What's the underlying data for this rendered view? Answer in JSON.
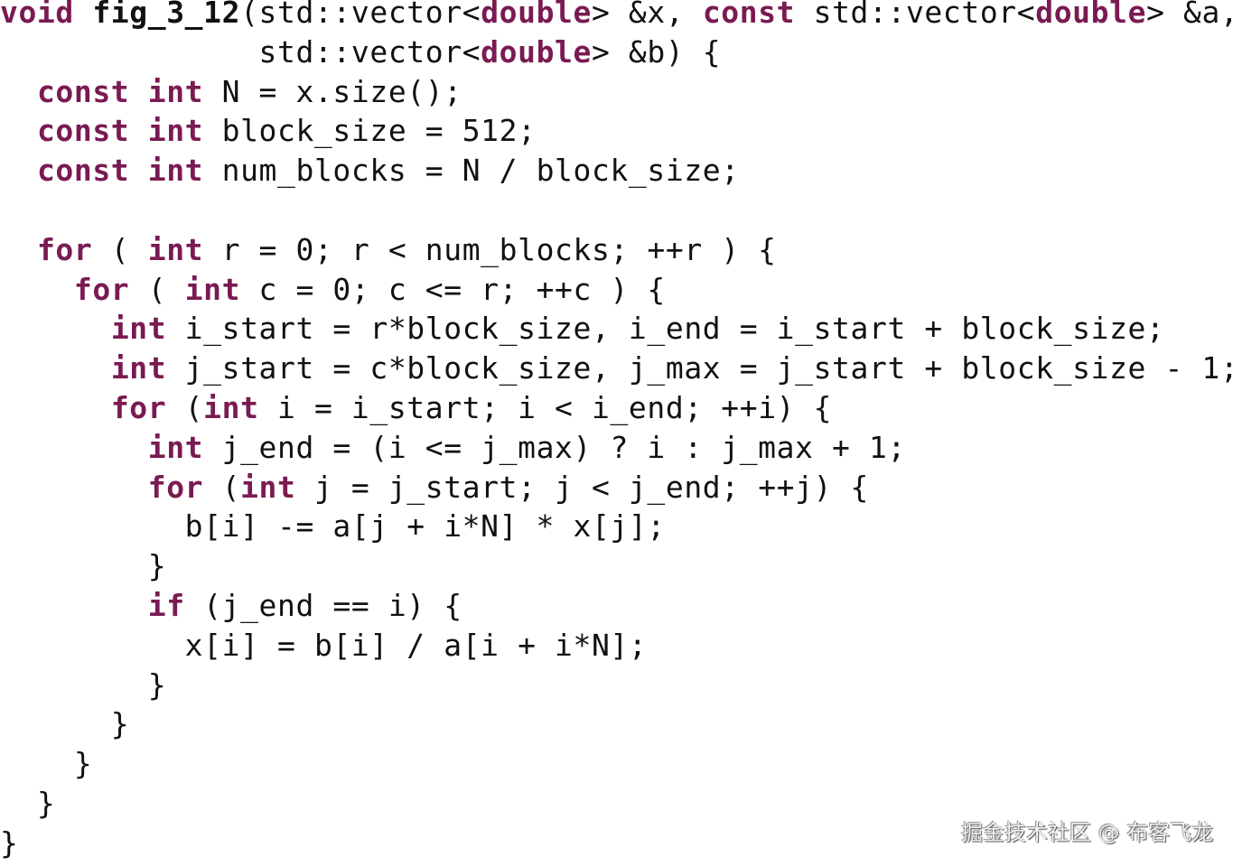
{
  "code": {
    "language": "cpp",
    "lines": [
      [
        [
          "kw",
          "void"
        ],
        [
          "t",
          " "
        ],
        [
          "fn",
          "fig_3_12"
        ],
        [
          "t",
          "(std::vector<"
        ],
        [
          "kw",
          "double"
        ],
        [
          "t",
          "> &x, "
        ],
        [
          "kw",
          "const"
        ],
        [
          "t",
          " std::vector<"
        ],
        [
          "kw",
          "double"
        ],
        [
          "t",
          "> &a,"
        ]
      ],
      [
        [
          "t",
          "              std::vector<"
        ],
        [
          "kw",
          "double"
        ],
        [
          "t",
          "> &b) {"
        ]
      ],
      [
        [
          "t",
          "  "
        ],
        [
          "kw",
          "const"
        ],
        [
          "t",
          " "
        ],
        [
          "kw",
          "int"
        ],
        [
          "t",
          " N = x.size();"
        ]
      ],
      [
        [
          "t",
          "  "
        ],
        [
          "kw",
          "const"
        ],
        [
          "t",
          " "
        ],
        [
          "kw",
          "int"
        ],
        [
          "t",
          " block_size = 512;"
        ]
      ],
      [
        [
          "t",
          "  "
        ],
        [
          "kw",
          "const"
        ],
        [
          "t",
          " "
        ],
        [
          "kw",
          "int"
        ],
        [
          "t",
          " num_blocks = N / block_size;"
        ]
      ],
      [
        [
          "t",
          ""
        ]
      ],
      [
        [
          "t",
          "  "
        ],
        [
          "kw",
          "for"
        ],
        [
          "t",
          " ( "
        ],
        [
          "kw",
          "int"
        ],
        [
          "t",
          " r = 0; r < num_blocks; ++r ) {"
        ]
      ],
      [
        [
          "t",
          "    "
        ],
        [
          "kw",
          "for"
        ],
        [
          "t",
          " ( "
        ],
        [
          "kw",
          "int"
        ],
        [
          "t",
          " c = 0; c <= r; ++c ) {"
        ]
      ],
      [
        [
          "t",
          "      "
        ],
        [
          "kw",
          "int"
        ],
        [
          "t",
          " i_start = r*block_size, i_end = i_start + block_size;"
        ]
      ],
      [
        [
          "t",
          "      "
        ],
        [
          "kw",
          "int"
        ],
        [
          "t",
          " j_start = c*block_size, j_max = j_start + block_size - 1;"
        ]
      ],
      [
        [
          "t",
          "      "
        ],
        [
          "kw",
          "for"
        ],
        [
          "t",
          " ("
        ],
        [
          "kw",
          "int"
        ],
        [
          "t",
          " i = i_start; i < i_end; ++i) {"
        ]
      ],
      [
        [
          "t",
          "        "
        ],
        [
          "kw",
          "int"
        ],
        [
          "t",
          " j_end = (i <= j_max) ? i : j_max + 1;"
        ]
      ],
      [
        [
          "t",
          "        "
        ],
        [
          "kw",
          "for"
        ],
        [
          "t",
          " ("
        ],
        [
          "kw",
          "int"
        ],
        [
          "t",
          " j = j_start; j < j_end; ++j) {"
        ]
      ],
      [
        [
          "t",
          "          b[i] -= a[j + i*N] * x[j];"
        ]
      ],
      [
        [
          "t",
          "        }"
        ]
      ],
      [
        [
          "t",
          "        "
        ],
        [
          "kw",
          "if"
        ],
        [
          "t",
          " (j_end == i) {"
        ]
      ],
      [
        [
          "t",
          "          x[i] = b[i] / a[i + i*N];"
        ]
      ],
      [
        [
          "t",
          "        }"
        ]
      ],
      [
        [
          "t",
          "      }"
        ]
      ],
      [
        [
          "t",
          "    }"
        ]
      ],
      [
        [
          "t",
          "  }"
        ]
      ],
      [
        [
          "t",
          "}"
        ]
      ]
    ]
  },
  "colors": {
    "keyword": "#7a1a52",
    "text": "#111111"
  },
  "watermark": "掘金技术社区 @ 布客飞龙"
}
